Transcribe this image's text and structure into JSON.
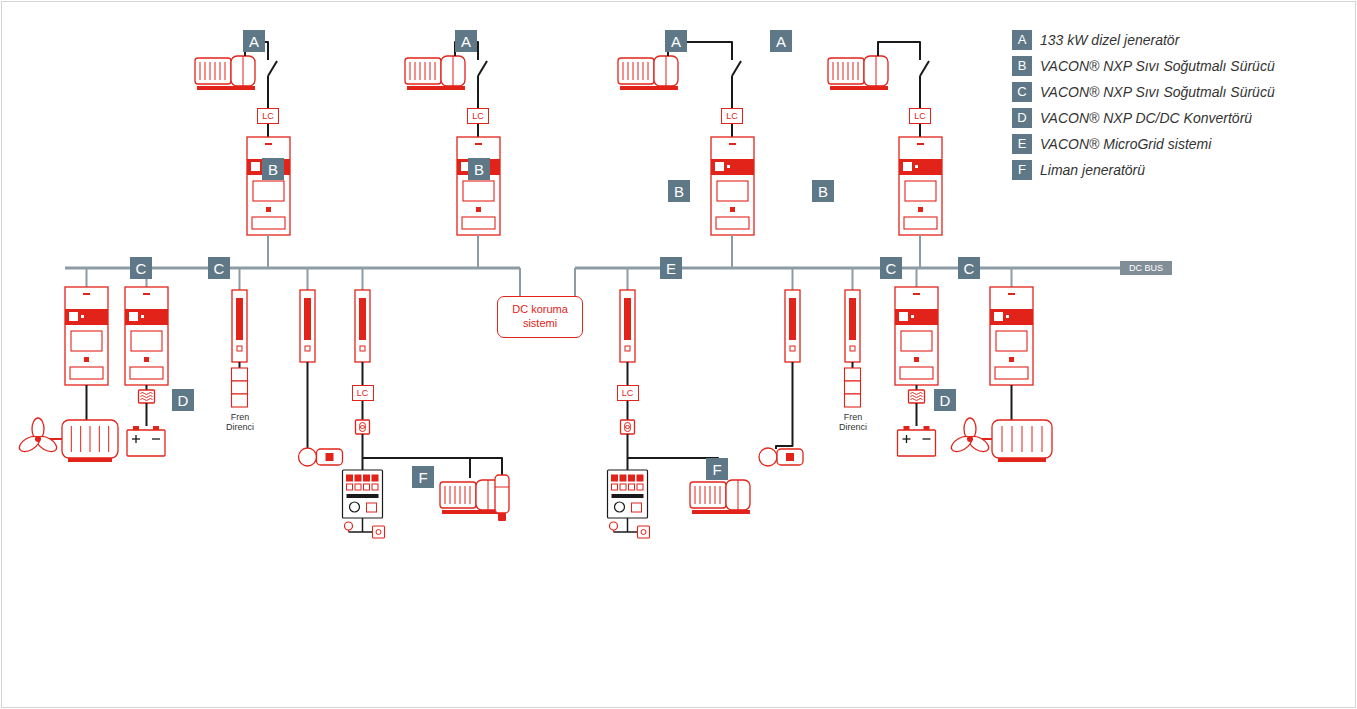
{
  "diagram": {
    "nodes": [
      {
        "text": [
          "A"
        ]
      },
      {
        "text": [
          "A"
        ]
      },
      {
        "text": [
          "A"
        ]
      },
      {
        "text": [
          "A"
        ]
      },
      {
        "text": [
          "LC"
        ]
      },
      {
        "text": [
          "LC"
        ]
      },
      {
        "text": [
          "LC"
        ]
      },
      {
        "text": [
          "LC"
        ]
      },
      {
        "text": [
          "B"
        ]
      },
      {
        "text": [
          "B"
        ]
      },
      {
        "text": [
          "B"
        ]
      },
      {
        "text": [
          "B"
        ]
      },
      {
        "text": [
          "C"
        ]
      },
      {
        "text": [
          "C"
        ]
      },
      {
        "text": [
          "E"
        ]
      },
      {
        "text": [
          "C"
        ]
      },
      {
        "text": [
          "C"
        ]
      },
      {
        "text": [
          "DC BUS"
        ]
      },
      {
        "text": [
          "DC koruma sistemi"
        ]
      },
      {
        "text": [
          "D"
        ]
      },
      {
        "text": [
          "D"
        ]
      },
      {
        "text": [
          "LC"
        ]
      },
      {
        "text": [
          "LC"
        ]
      },
      {
        "text": [
          "F"
        ]
      },
      {
        "text": [
          "F"
        ]
      }
    ],
    "labels": [
      "Fren Direnci",
      "Fren Direnci",
      "A",
      "B",
      "C",
      "D",
      "E",
      "F"
    ],
    "legend": [
      {
        "text": "133 kW dizel jeneratör",
        "color": "#5f7888"
      },
      {
        "text": "VACON® NXP Sıvı Soğutmalı Sürücü",
        "color": "#5f7888"
      },
      {
        "text": "VACON® NXP Sıvı Soğutmalı Sürücü",
        "color": "#5f7888"
      },
      {
        "text": "VACON® NXP DC/DC Konvertörü",
        "color": "#5f7888"
      },
      {
        "text": "VACON® MicroGrid sistemi",
        "color": "#5f7888"
      },
      {
        "text": "Liman jeneratörü",
        "color": "#5f7888"
      }
    ]
  }
}
